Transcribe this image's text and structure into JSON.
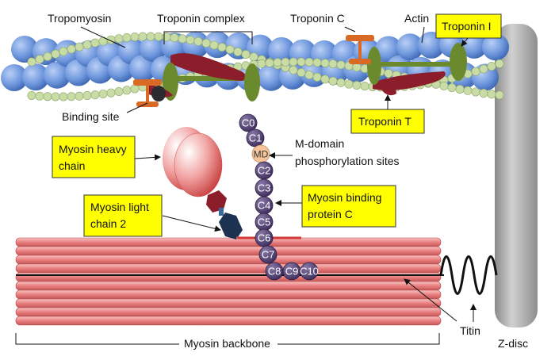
{
  "labels": {
    "tropomyosin": "Tropomyosin",
    "troponin_complex": "Troponin complex",
    "troponin_c": "Troponin C",
    "actin": "Actin",
    "troponin_i": "Troponin I",
    "troponin_t": "Troponin T",
    "binding_site": "Binding site",
    "myosin_heavy_chain_1": "Myosin heavy",
    "myosin_heavy_chain_2": "chain",
    "myosin_light_chain_1": "Myosin light",
    "myosin_light_chain_2": "chain 2",
    "m_domain_1": "M-domain",
    "m_domain_2": "phosphorylation sites",
    "mybpc_1": "Myosin binding",
    "mybpc_2": "protein C",
    "titin": "Titin",
    "z_disc": "Z-disc",
    "myosin_backbone": "Myosin backbone"
  },
  "domains": [
    "C0",
    "C1",
    "MD",
    "C2",
    "C3",
    "C4",
    "C5",
    "C6",
    "C7",
    "C8",
    "C9",
    "C10"
  ],
  "colors": {
    "actin": "#6f97dd",
    "tropomyosin": "#c9dca5",
    "troponin_i": "#6b8a2e",
    "troponin_t": "#8b1e2a",
    "troponin_c": "#d86a26",
    "callout": "#ffff00",
    "domain": "#4b3b6e",
    "md": "#f5c49a",
    "backbone": "#e98a8a",
    "zdisc": "#a6a6a6"
  }
}
